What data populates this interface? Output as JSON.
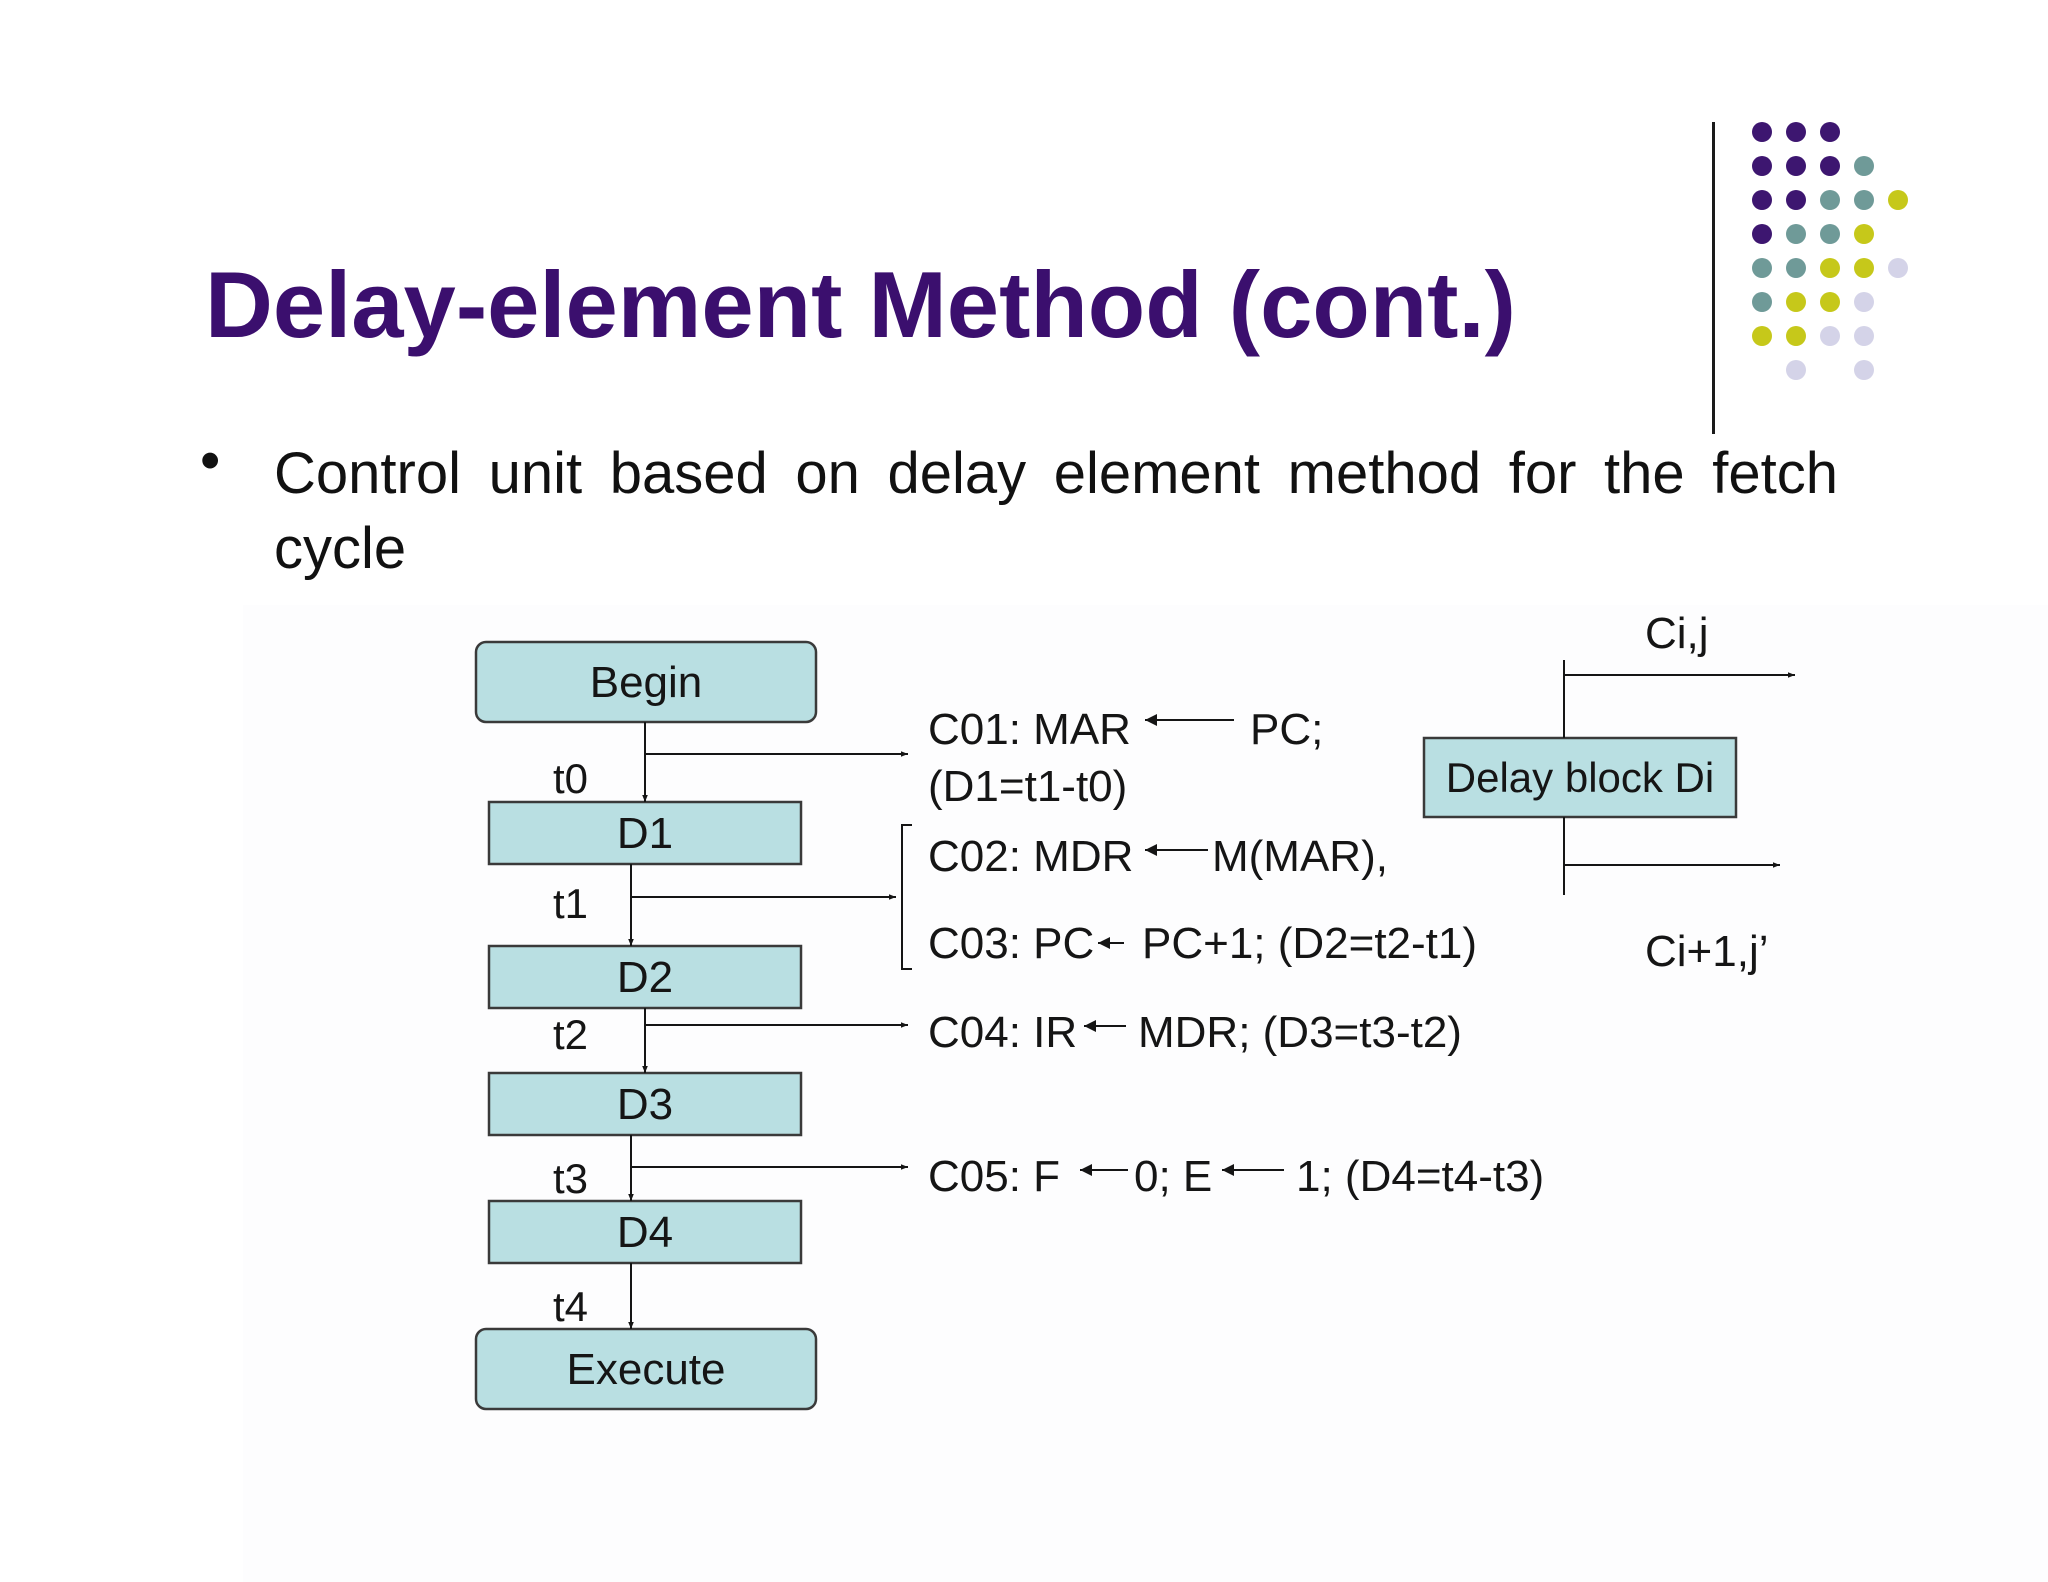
{
  "slide": {
    "title": "Delay-element Method (cont.)",
    "bullet": "Control unit based on delay element method for the fetch cycle",
    "colors": {
      "title": "#3b0f6e",
      "box_fill": "#b9dfe2",
      "dot_purple": "#3d1670",
      "dot_teal": "#6f9a98",
      "dot_yellow": "#c6c81a",
      "dot_lavender": "#d4d3e8"
    }
  },
  "diagram": {
    "nodes": {
      "begin": "Begin",
      "d1": "D1",
      "d2": "D2",
      "d3": "D3",
      "d4": "D4",
      "execute": "Execute",
      "delay_block": "Delay block Di"
    },
    "times": {
      "t0": "t0",
      "t1": "t1",
      "t2": "t2",
      "t3": "t3",
      "t4": "t4"
    },
    "controls": {
      "c01_a": "C01: MAR",
      "c01_b": "PC;",
      "c01_note": "(D1=t1-t0)",
      "c02_a": "C02: MDR",
      "c02_b": "M(MAR),",
      "c03_a": "C03: PC",
      "c03_b": "PC+1; (D2=t2-t1)",
      "c04_a": "C04: IR",
      "c04_b": "MDR; (D3=t3-t2)",
      "c05_a": "C05: F",
      "c05_b": "0; E",
      "c05_c": "1; (D4=t4-t3)"
    },
    "signals": {
      "out": "Ci,j",
      "in": "Ci+1,j’"
    }
  }
}
